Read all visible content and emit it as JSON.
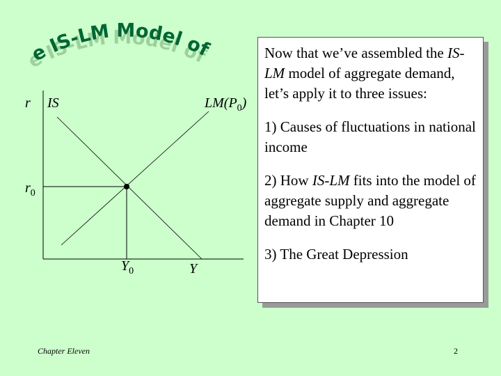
{
  "title": "The IS-LM Model of AD",
  "graph": {
    "y_axis_label": "r",
    "x_axis_label": "Y",
    "is_label": "IS",
    "lm_label": "LM(P",
    "lm_sub": "0",
    "lm_close": ")",
    "r0_label": "r",
    "r0_sub": "0",
    "y0_label": "Y",
    "y0_sub": "0"
  },
  "info": {
    "p1_a": "Now that we’ve assembled the ",
    "p1_b": "IS-LM",
    "p1_c": " model of aggregate demand, let’s apply it to three issues:",
    "p2": "1) Causes of fluctuations in national income",
    "p3_a": "2) How ",
    "p3_b": "IS-LM",
    "p3_c": " fits into the model of aggregate supply and aggregate demand in Chapter 10",
    "p4": "3) The Great Depression"
  },
  "footer": {
    "chapter": "Chapter Eleven",
    "page": "2"
  },
  "colors": {
    "background": "#ccffcc",
    "title_fill": "#006633",
    "title_shadow": "#99cc99"
  }
}
